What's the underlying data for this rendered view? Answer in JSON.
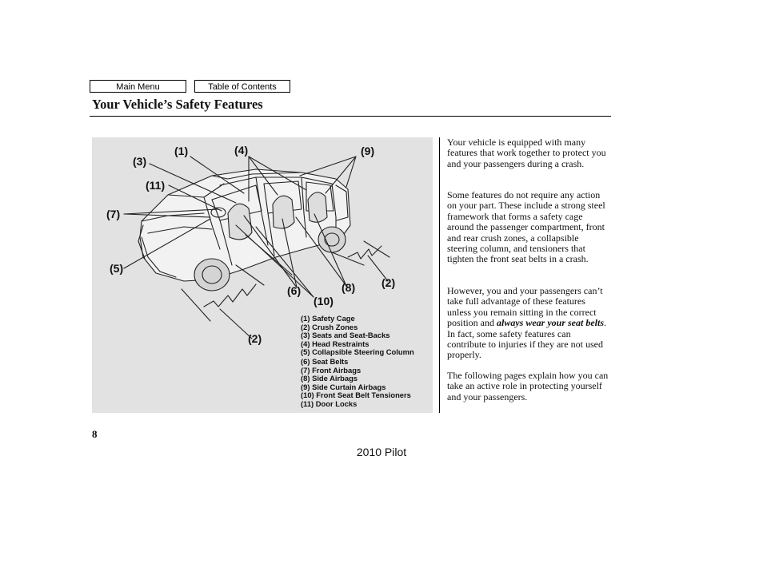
{
  "nav": {
    "main_menu": "Main Menu",
    "table_of_contents": "Table of Contents"
  },
  "page": {
    "title": "Your Vehicle’s Safety Features",
    "page_number": "8",
    "footer": "2010 Pilot"
  },
  "figure": {
    "callouts": {
      "c1": "(1)",
      "c3": "(3)",
      "c4": "(4)",
      "c9": "(9)",
      "c11": "(11)",
      "c7": "(7)",
      "c5": "(5)",
      "c2a": "(2)",
      "c6": "(6)",
      "c8": "(8)",
      "c10": "(10)",
      "c2b": "(2)"
    },
    "legend": [
      "(1) Safety Cage",
      "(2) Crush Zones",
      "(3) Seats and Seat-Backs",
      "(4) Head Restraints",
      "(5) Collapsible Steering Column",
      "(6) Seat Belts",
      "(7) Front Airbags",
      "(8) Side Airbags",
      "(9) Side Curtain Airbags",
      "(10) Front Seat Belt Tensioners",
      "(11) Door Locks"
    ]
  },
  "text": {
    "p1": "Your vehicle is equipped with many features that work together to protect you and your passengers during a crash.",
    "p2": "Some features do not require any action on your part. These include a strong steel framework that forms a safety cage around the passenger compartment, front and rear crush zones, a collapsible steering column, and tensioners that tighten the front seat belts in a crash.",
    "p3_before": "However, you and your passengers can’t take full advantage of these features unless you remain sitting in the correct position and ",
    "p3_emph": "always wear your seat belts",
    "p3_after": ". In fact, some safety features can contribute to injuries if they are not used properly.",
    "p4": "The following pages explain how you can take an active role in protecting yourself and your passengers."
  }
}
